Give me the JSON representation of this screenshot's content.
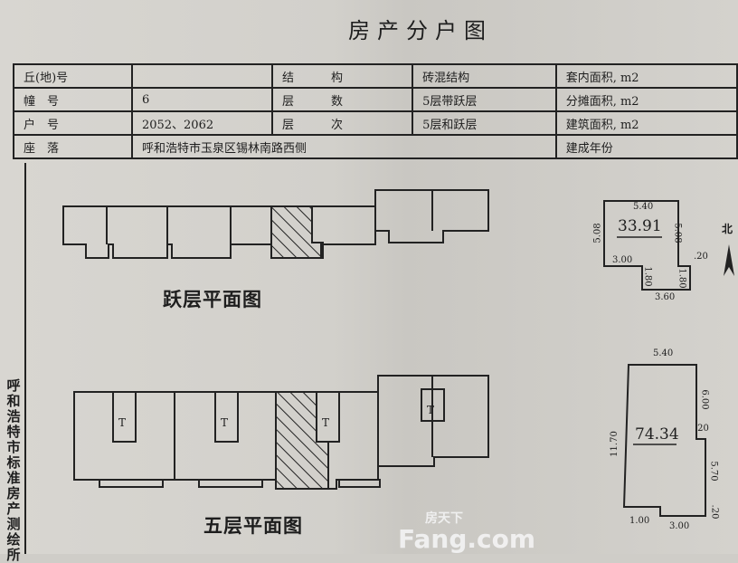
{
  "title": "房产分户图",
  "table": {
    "rows": [
      {
        "label": "丘(地)号",
        "value": "",
        "label2": "结　构",
        "value2": "砖混结构",
        "label3": "套内面积, m2"
      },
      {
        "label": "幢　号",
        "value": "6",
        "label2": "层　数",
        "value2": "5层带跃层",
        "label3": "分摊面积, m2"
      },
      {
        "label": "户　号",
        "value": "2052、2062",
        "label2": "层　次",
        "value2": "5层和跃层",
        "label3": "建筑面积, m2"
      },
      {
        "label": "座　落",
        "value": "呼和浩特市玉泉区锡林南路西侧",
        "label3": "建成年份"
      }
    ]
  },
  "side_text": "呼和浩特市标准房产测绘所",
  "plans": [
    {
      "caption": "跃层平面图",
      "area": "33.91",
      "dims": [
        "5.40",
        "5.08",
        "5.08",
        "3.00",
        ".20",
        "1.80",
        "1.80",
        "3.60"
      ]
    },
    {
      "caption": "五层平面图",
      "area": "74.34",
      "dims": [
        "5.40",
        "11.70",
        "6.00",
        ".20",
        "5.70",
        ".20",
        "1.00",
        "3.00"
      ]
    }
  ],
  "stair_marks": [
    "T",
    "T",
    "T",
    "T"
  ],
  "north": "北",
  "watermark": {
    "cn": "房天下",
    "en": "Fang.com"
  }
}
